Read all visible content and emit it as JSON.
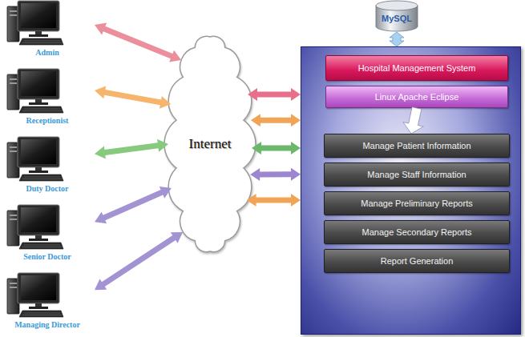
{
  "diagram": {
    "nodes": [
      {
        "text": [
          "Admin"
        ]
      },
      {
        "text": [
          "Receptionist"
        ]
      },
      {
        "text": [
          "Duty Doctor"
        ]
      },
      {
        "text": [
          "Senior Doctor"
        ]
      },
      {
        "text": [
          "Managing Director"
        ]
      },
      {
        "text": [
          "Internet"
        ]
      },
      {
        "text": [
          "MySQL"
        ]
      },
      {
        "text": []
      },
      {
        "text": [
          "Hospital Management System"
        ],
        "in": 7
      },
      {
        "text": [
          "Linux Apache Eclipse"
        ],
        "in": 7
      },
      {
        "text": [
          "Manage Patient Information"
        ],
        "in": 7
      },
      {
        "text": [
          "Manage Staff Information"
        ],
        "in": 7
      },
      {
        "text": [
          "Manage Preliminary Reports"
        ],
        "in": 7
      },
      {
        "text": [
          "Manage Secondary Reports"
        ],
        "in": 7
      },
      {
        "text": [
          "Report Generation"
        ],
        "in": 7
      }
    ],
    "edges": [
      {
        "from": 0,
        "to": 5,
        "arrow": "both"
      },
      {
        "from": 1,
        "to": 5,
        "arrow": "both"
      },
      {
        "from": 2,
        "to": 5,
        "arrow": "both"
      },
      {
        "from": 3,
        "to": 5,
        "arrow": "both"
      },
      {
        "from": 4,
        "to": 5,
        "arrow": "both"
      },
      {
        "from": 5,
        "to": 7,
        "arrow": "both"
      },
      {
        "from": 5,
        "to": 7,
        "arrow": "both"
      },
      {
        "from": 5,
        "to": 7,
        "arrow": "both"
      },
      {
        "from": 5,
        "to": 7,
        "arrow": "both"
      },
      {
        "from": 5,
        "to": 7,
        "arrow": "both"
      },
      {
        "from": 6,
        "to": 7,
        "arrow": "both"
      },
      {
        "from": 9,
        "to": 10,
        "arrow": "to"
      }
    ]
  }
}
